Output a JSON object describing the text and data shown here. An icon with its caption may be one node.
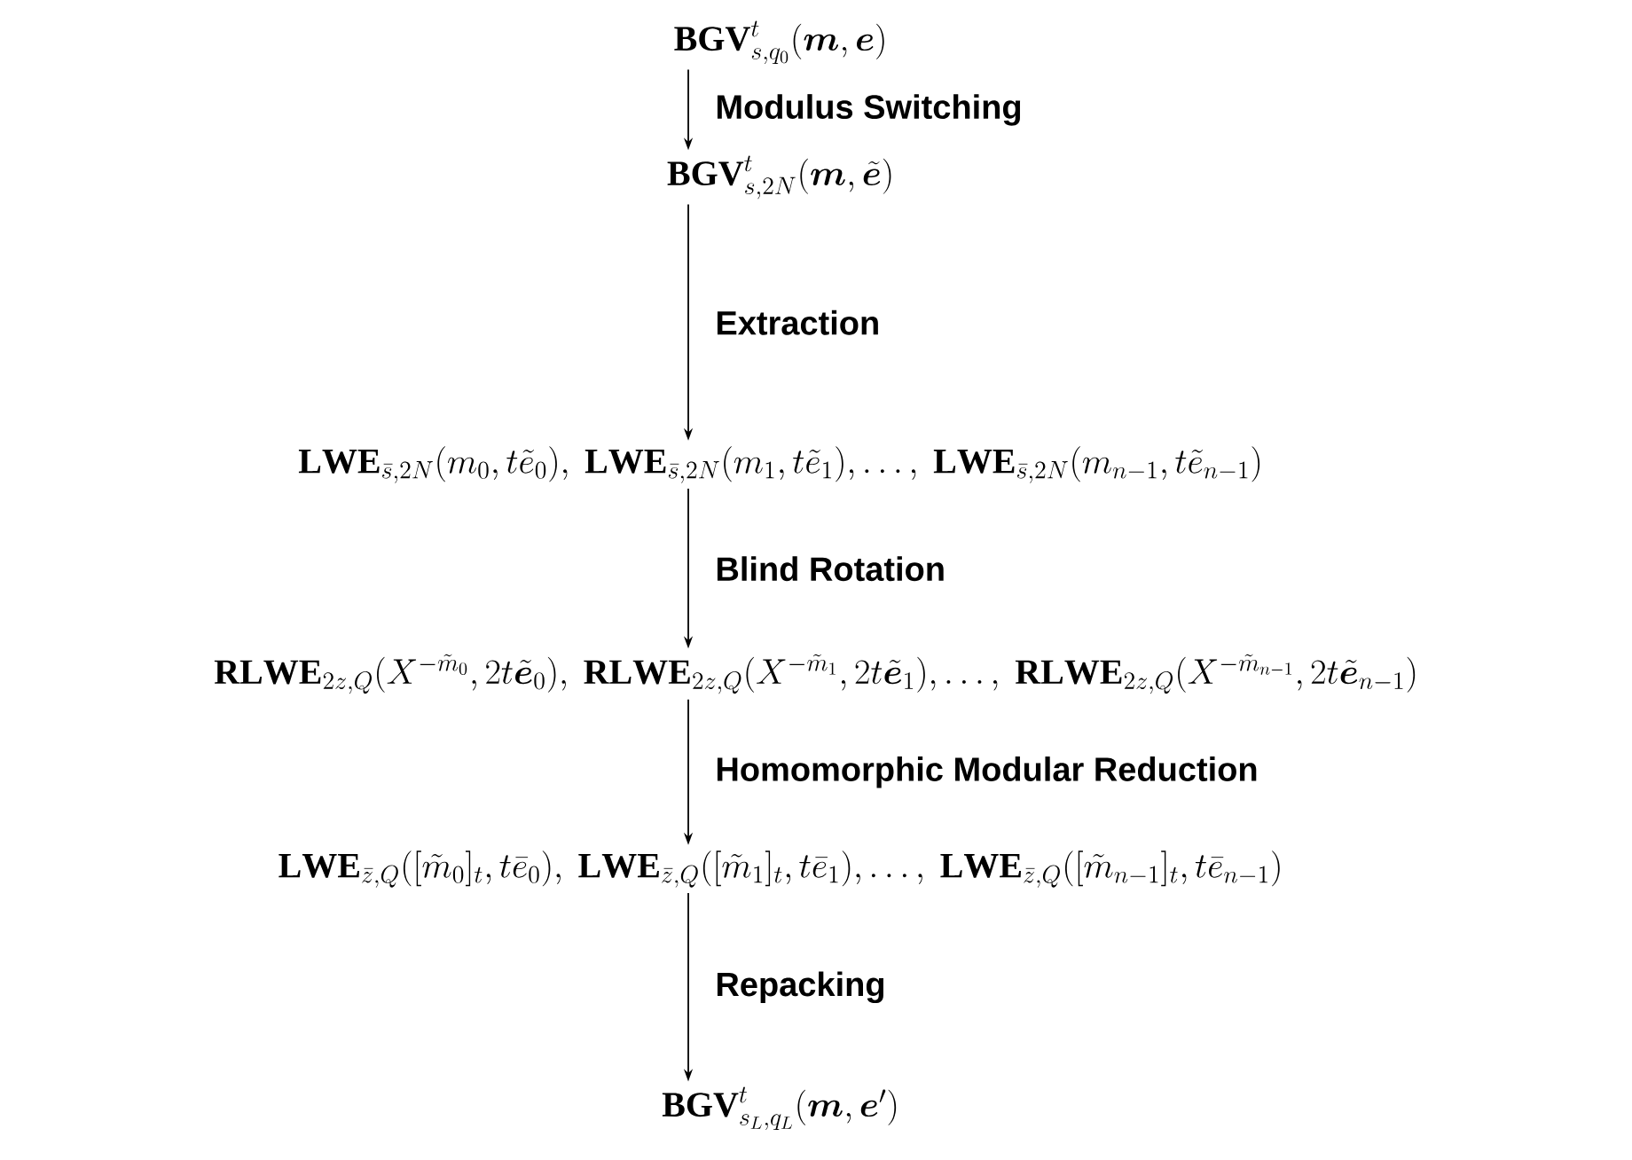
{
  "diagram": {
    "nodes": [
      {
        "text": [
          "\\mathbf{BGV}^{t}_{s,q_0}(\\boldsymbol{m},\\boldsymbol{e})"
        ]
      },
      {
        "text": [
          "\\mathbf{BGV}^{t}_{s,2N}(\\boldsymbol{m},\\tilde{\\boldsymbol{e}})"
        ]
      },
      {
        "text": [
          "\\mathbf{LWE}_{\\bar{s},2N}(m_0,t\\tilde{e}_0),\\ \\mathbf{LWE}_{\\bar{s},2N}(m_1,t\\tilde{e}_1),\\ldots,\\ \\mathbf{LWE}_{\\bar{s},2N}(m_{n-1},t\\tilde{e}_{n-1})"
        ]
      },
      {
        "text": [
          "\\mathbf{RLWE}_{2z,Q}(X^{-\\tilde{m}_0},2t\\tilde{\\boldsymbol{e}}_0),\\ \\mathbf{RLWE}_{2z,Q}(X^{-\\tilde{m}_1},2t\\tilde{\\boldsymbol{e}}_1),\\ldots,\\ \\mathbf{RLWE}_{2z,Q}(X^{-\\tilde{m}_{n-1}},2t\\tilde{\\boldsymbol{e}}_{n-1})"
        ]
      },
      {
        "text": [
          "\\mathbf{LWE}_{\\bar{z},Q}([\\tilde{m}_0]_t,t\\bar{e}_0),\\ \\mathbf{LWE}_{\\bar{z},Q}([\\tilde{m}_1]_t,t\\bar{e}_1),\\ldots,\\ \\mathbf{LWE}_{\\bar{z},Q}([\\tilde{m}_{n-1}]_t,t\\bar{e}_{n-1})"
        ]
      },
      {
        "text": [
          "\\mathbf{BGV}^{t}_{s_L,q_L}(\\boldsymbol{m},\\boldsymbol{e}')"
        ]
      }
    ],
    "edges": [
      {
        "from": 0,
        "to": 1,
        "arrow": "to",
        "label": "Modulus Switching"
      },
      {
        "from": 1,
        "to": 2,
        "arrow": "to",
        "label": "Extraction"
      },
      {
        "from": 2,
        "to": 3,
        "arrow": "to",
        "label": "Blind Rotation"
      },
      {
        "from": 3,
        "to": 4,
        "arrow": "to",
        "label": "Homomorphic Modular Reduction"
      },
      {
        "from": 4,
        "to": 5,
        "arrow": "to",
        "label": "Repacking"
      }
    ]
  }
}
